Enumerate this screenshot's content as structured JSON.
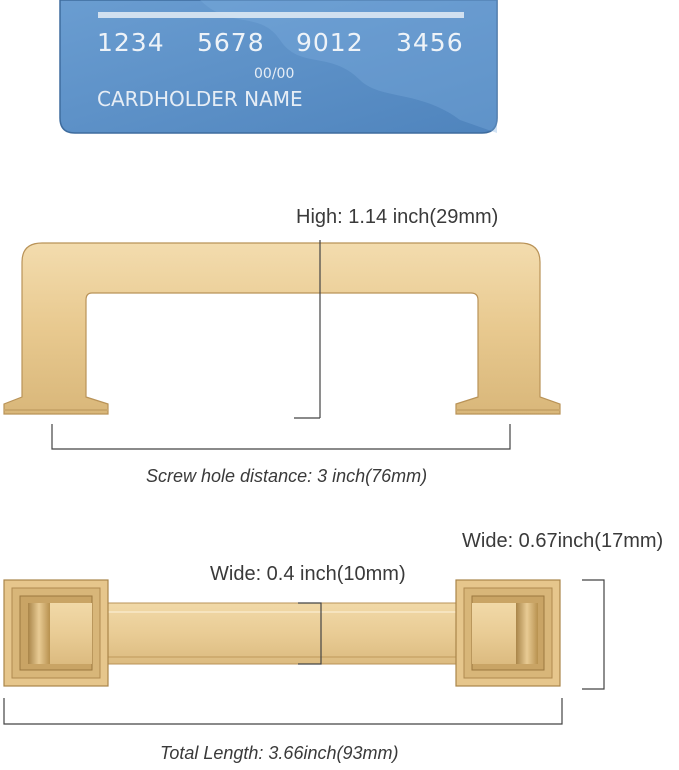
{
  "card": {
    "number_groups": [
      "1234",
      "5678",
      "9012",
      "3456"
    ],
    "expiry": "00/00",
    "holder": "CARDHOLDER NAME",
    "color": "#5b8ec4"
  },
  "side_view": {
    "height_label": "High: 1.14 inch(29mm)",
    "hole_label": "Screw hole distance: 3 inch(76mm)"
  },
  "top_view": {
    "bar_width_label": "Wide: 0.4 inch(10mm)",
    "base_width_label": "Wide: 0.67inch(17mm)",
    "length_label": "Total Length: 3.66inch(93mm)"
  },
  "colors": {
    "gold_light": "#eccf9a",
    "gold_mid": "#ddb97c",
    "gold_dark": "#b08a4f",
    "line": "#444444"
  }
}
